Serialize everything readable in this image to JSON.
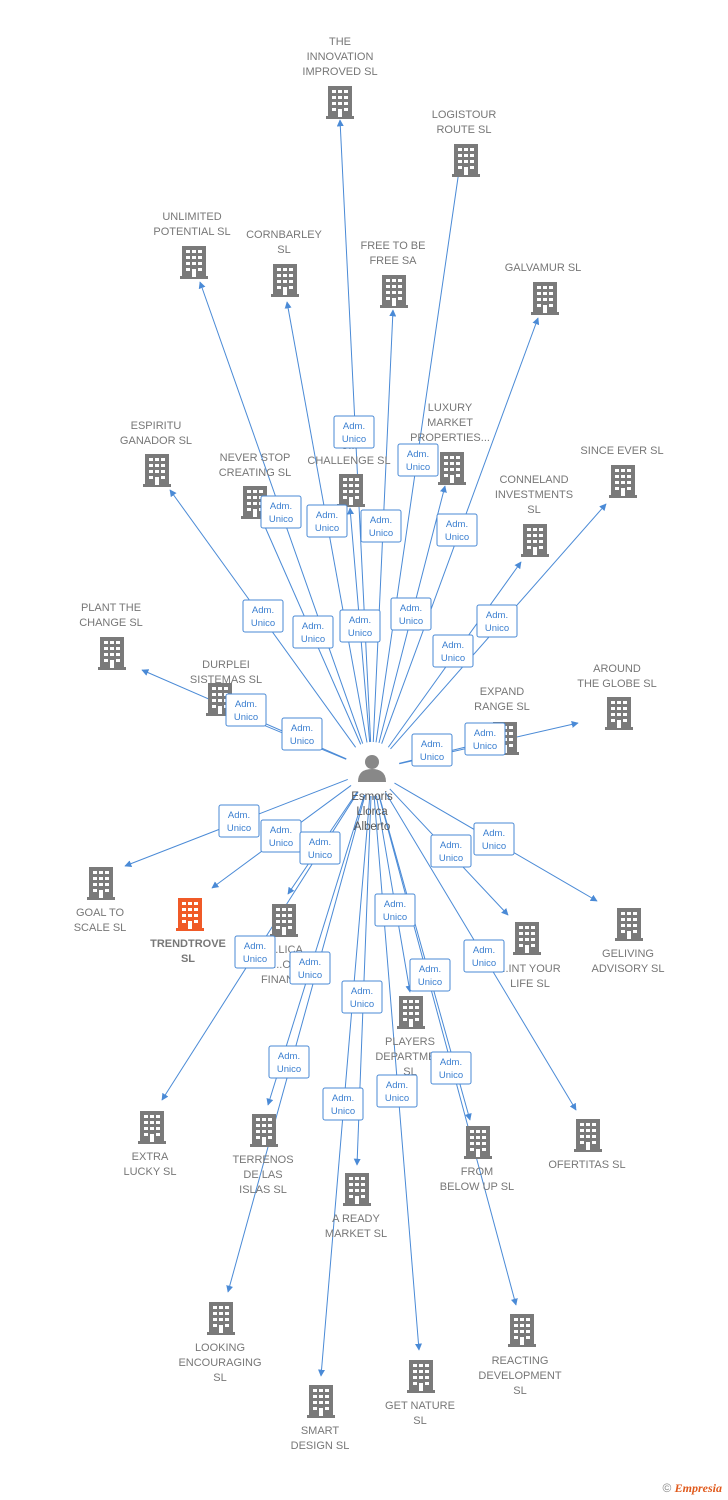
{
  "colors": {
    "edge": "#4a8ad6",
    "badge_text": "#3b7fd0",
    "building": "#7a7a7a",
    "building_highlight": "#f05a28",
    "label": "#777777",
    "person": "#888888"
  },
  "icons": {
    "company": "building-icon",
    "person": "person-icon"
  },
  "person": {
    "lines": [
      "Esmoris",
      "Llorca",
      "Alberto"
    ]
  },
  "badge_label": [
    "Adm.",
    "Unico"
  ],
  "companies": [
    {
      "id": "c01",
      "lines": [
        "THE",
        "INNOVATION",
        "IMPROVED  SL"
      ]
    },
    {
      "id": "c02",
      "lines": [
        "LOGISTOUR",
        "ROUTE  SL"
      ]
    },
    {
      "id": "c03",
      "lines": [
        "UNLIMITED",
        "POTENTIAL  SL"
      ]
    },
    {
      "id": "c04",
      "lines": [
        "CORNBARLEY",
        "SL"
      ]
    },
    {
      "id": "c05",
      "lines": [
        "FREE TO BE",
        "FREE SA"
      ]
    },
    {
      "id": "c06",
      "lines": [
        "GALVAMUR  SL"
      ]
    },
    {
      "id": "c07",
      "lines": [
        "ESPIRITU",
        "GANADOR SL"
      ]
    },
    {
      "id": "c08",
      "lines": [
        "NEVER STOP",
        "CREATING  SL"
      ]
    },
    {
      "id": "c09",
      "lines": [
        "C...",
        "CHALLENGE  SL"
      ]
    },
    {
      "id": "c10",
      "lines": [
        "LUXURY",
        "MARKET",
        "PROPERTIES..."
      ]
    },
    {
      "id": "c11",
      "lines": [
        "SINCE EVER  SL"
      ]
    },
    {
      "id": "c12",
      "lines": [
        "CONNELAND",
        "INVESTMENTS",
        "SL"
      ]
    },
    {
      "id": "c13",
      "lines": [
        "PLANT THE",
        "CHANGE  SL"
      ]
    },
    {
      "id": "c14",
      "lines": [
        "DURPLEI",
        "SISTEMAS  SL"
      ]
    },
    {
      "id": "c15",
      "lines": [
        "AROUND",
        "THE GLOBE  SL"
      ]
    },
    {
      "id": "c16",
      "lines": [
        "EXPAND",
        "RANGE  SL"
      ]
    },
    {
      "id": "c17",
      "lines": [
        "GOAL TO",
        "SCALE  SL"
      ]
    },
    {
      "id": "c18",
      "lines": [
        "TRENDTROVE",
        "SL"
      ],
      "highlight": true
    },
    {
      "id": "c19",
      "lines": [
        "...LICA",
        "...OR",
        "FINANC..."
      ]
    },
    {
      "id": "c20",
      "lines": [
        "...INT YOUR",
        "LIFE  SL"
      ]
    },
    {
      "id": "c21",
      "lines": [
        "GELIVING",
        "ADVISORY  SL"
      ]
    },
    {
      "id": "c22",
      "lines": [
        "PLAYERS",
        "DEPARTME...",
        "SL"
      ]
    },
    {
      "id": "c23",
      "lines": [
        "EXTRA",
        "LUCKY  SL"
      ]
    },
    {
      "id": "c24",
      "lines": [
        "TERRENOS",
        "DE LAS",
        "ISLAS  SL"
      ]
    },
    {
      "id": "c25",
      "lines": [
        "FROM",
        "BELOW UP  SL"
      ]
    },
    {
      "id": "c26",
      "lines": [
        "OFERTITAS  SL"
      ]
    },
    {
      "id": "c27",
      "lines": [
        "A READY",
        "MARKET  SL"
      ]
    },
    {
      "id": "c28",
      "lines": [
        "LOOKING",
        "ENCOURAGING",
        "SL"
      ]
    },
    {
      "id": "c29",
      "lines": [
        "REACTING",
        "DEVELOPMENT",
        "SL"
      ]
    },
    {
      "id": "c30",
      "lines": [
        "GET NATURE",
        "SL"
      ]
    },
    {
      "id": "c31",
      "lines": [
        "SMART",
        "DESIGN  SL"
      ]
    }
  ],
  "footer": {
    "copyright": "©",
    "brand": "Empresia"
  }
}
